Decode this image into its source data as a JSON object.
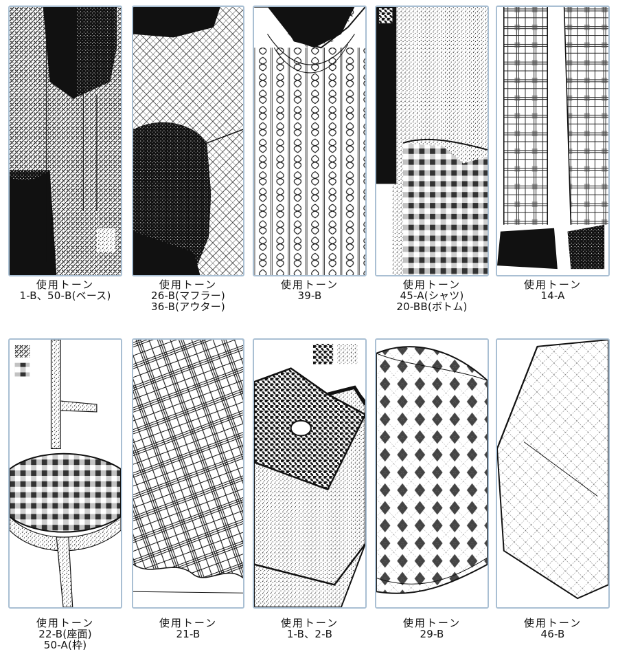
{
  "page": {
    "background": "#ffffff",
    "panel_border_color": "#a9bfd3"
  },
  "panels": [
    {
      "id": "p1",
      "subject": "houndstooth-skirt-and-black-coat",
      "caption": {
        "heading": "使用トーン",
        "lines": [
          "1-B、50-B(ベース)"
        ]
      }
    },
    {
      "id": "p2",
      "subject": "checked-muffler-and-outer-coat",
      "caption": {
        "heading": "使用トーン",
        "lines": [
          "26-B(マフラー)",
          "36-B(アウター)"
        ]
      }
    },
    {
      "id": "p3",
      "subject": "cable-knit-sweater",
      "caption": {
        "heading": "使用トーン",
        "lines": [
          "39-B"
        ]
      }
    },
    {
      "id": "p4",
      "subject": "shirt-and-gingham-bottoms",
      "caption": {
        "heading": "使用トーン",
        "lines": [
          "45-A(シャツ)",
          "20-BB(ボトム)"
        ]
      }
    },
    {
      "id": "p5",
      "subject": "plaid-trousers",
      "caption": {
        "heading": "使用トーン",
        "lines": [
          "14-A"
        ]
      }
    },
    {
      "id": "p6",
      "subject": "chair-with-gingham-seat",
      "caption": {
        "heading": "使用トーン",
        "lines": [
          "22-B(座面)",
          "50-A(枠)"
        ]
      }
    },
    {
      "id": "p7",
      "subject": "tartan-skirt",
      "caption": {
        "heading": "使用トーン",
        "lines": [
          "21-B"
        ]
      }
    },
    {
      "id": "p8",
      "subject": "houndstooth-bag",
      "caption": {
        "heading": "使用トーン",
        "lines": [
          "1-B、2-B"
        ]
      }
    },
    {
      "id": "p9",
      "subject": "argyle-cushion",
      "caption": {
        "heading": "使用トーン",
        "lines": [
          "29-B"
        ]
      }
    },
    {
      "id": "p10",
      "subject": "diamond-quilted-cushion",
      "caption": {
        "heading": "使用トーン",
        "lines": [
          "46-B"
        ]
      }
    }
  ]
}
